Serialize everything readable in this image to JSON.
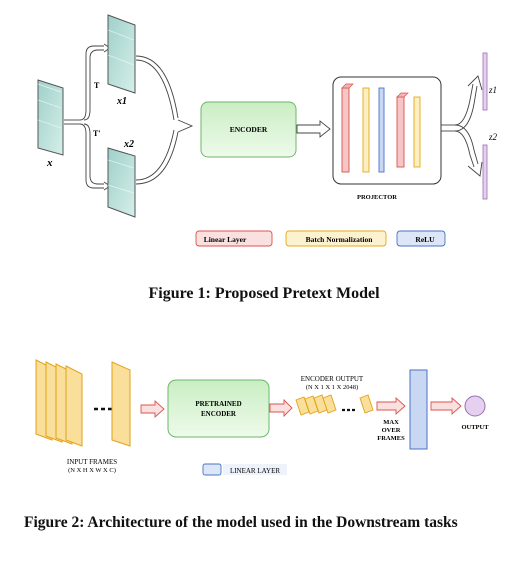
{
  "figure1": {
    "input_label": "x",
    "transform_t": "T",
    "transform_t_prime": "T'",
    "view1_label": "x1",
    "view2_label": "x2",
    "encoder_label": "ENCODER",
    "projector_label": "PROJECTOR",
    "output1_label": "z1",
    "output2_label": "z2",
    "legend": {
      "linear": "Linear Layer",
      "batchnorm": "Batch Normalization",
      "relu": "ReLU"
    },
    "caption": "Figure 1: Proposed Pretext Model"
  },
  "figure2": {
    "input_frames_label": "INPUT FRAMES",
    "input_frames_dims": "(N X H X W X C)",
    "pretrained_encoder_line1": "PRETRAINED",
    "pretrained_encoder_line2": "ENCODER",
    "encoder_output_label": "ENCODER OUTPUT",
    "encoder_output_dims": "(N X 1 X 1 X 2048)",
    "max_over_frames_line1": "MAX",
    "max_over_frames_line2": "OVER",
    "max_over_frames_line3": "FRAMES",
    "output_label": "OUTPUT",
    "legend_linear": "LINEAR LAYER",
    "caption": "Figure 2: Architecture of the model used in the Downstream tasks"
  },
  "colors": {
    "linear_fill": "#f6c6c6",
    "linear_stroke": "#d9534f",
    "batchnorm_fill": "#fdefc0",
    "batchnorm_stroke": "#e6a817",
    "relu_fill": "#c9d8f2",
    "relu_stroke": "#4a72c4",
    "encoder_fill": "#d7f2d2",
    "encoder_stroke": "#7fc47a",
    "frame_fill": "#f9df9a",
    "frame_stroke": "#e3a21a",
    "view_fill": "#b6ddd8",
    "view_stroke": "#5b7f7a",
    "output_fill": "#e5d1ef",
    "output_stroke": "#9a6fb0"
  }
}
